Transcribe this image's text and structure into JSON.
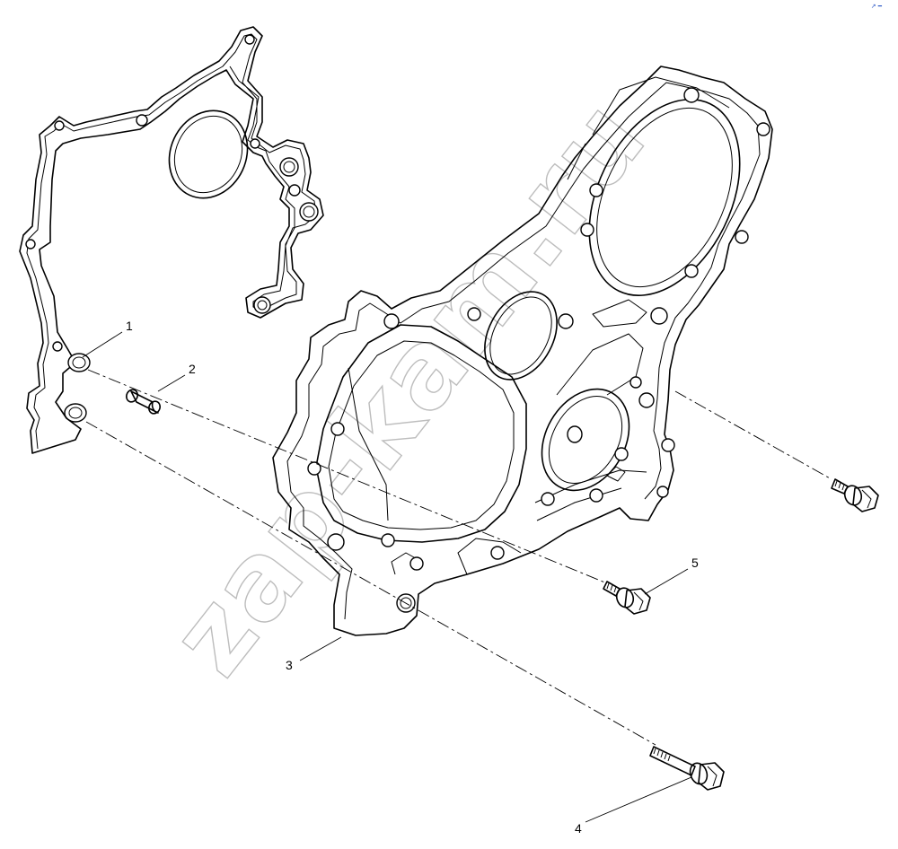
{
  "diagram": {
    "callouts": [
      {
        "id": "1",
        "label": "1"
      },
      {
        "id": "2",
        "label": "2"
      },
      {
        "id": "3",
        "label": "3"
      },
      {
        "id": "4",
        "label": "4"
      },
      {
        "id": "5",
        "label": "5"
      }
    ],
    "watermark": "zap-kam.ru",
    "corner_mark": "↗ ━",
    "colors": {
      "line": "#000000",
      "watermark": "#bdbdbd",
      "corner_mark": "#2a57c6"
    },
    "icons": [
      "gasket",
      "dowel-pin",
      "cover-housing",
      "long-flange-bolt",
      "short-flange-bolt"
    ]
  }
}
